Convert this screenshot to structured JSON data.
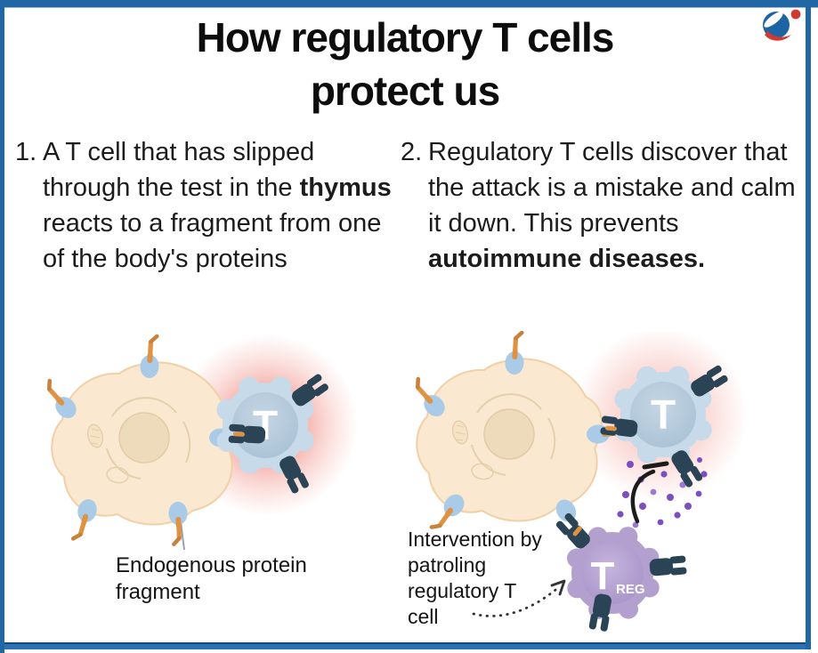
{
  "title": {
    "line1": "How regulatory T cells",
    "line2": "protect us"
  },
  "logo": {
    "icon": "publisher-logo-icon",
    "blue": "#1d64a5",
    "red": "#d23a31"
  },
  "steps": [
    {
      "number": "1.",
      "segments": [
        {
          "t": "A T cell that has slipped through the test in the ",
          "b": false
        },
        {
          "t": "thymus",
          "b": true
        },
        {
          "t": " reacts to a fragment from one of the body's proteins",
          "b": false
        }
      ]
    },
    {
      "number": "2.",
      "segments": [
        {
          "t": "Regulatory T cells discover that the attack is a mistake and calm it down. This prevents ",
          "b": false
        },
        {
          "t": "autoimmune diseases.",
          "b": true
        }
      ]
    }
  ],
  "panels": {
    "left": {
      "caption": "Endogenous protein fragment",
      "t_cell_label": "T"
    },
    "right": {
      "caption": "Intervention by patroling regulatory T cell",
      "t_cell_label": "T",
      "treg_label_main": "T",
      "treg_label_sub": "REG"
    }
  },
  "colors": {
    "frame_blue": "#2166a5",
    "glow_red": "#ea5c50",
    "body_cell": "#fbe8d0",
    "nucleus": "#eedbbc",
    "receptor_blue": "#a9cbe7",
    "fragment_orange": "#de9242",
    "tcr_navy": "#2b4455",
    "t_cell_blue": "#c7dae9",
    "treg_purple": "#b3a0cf",
    "dots_purple": "#7b4ec2"
  }
}
